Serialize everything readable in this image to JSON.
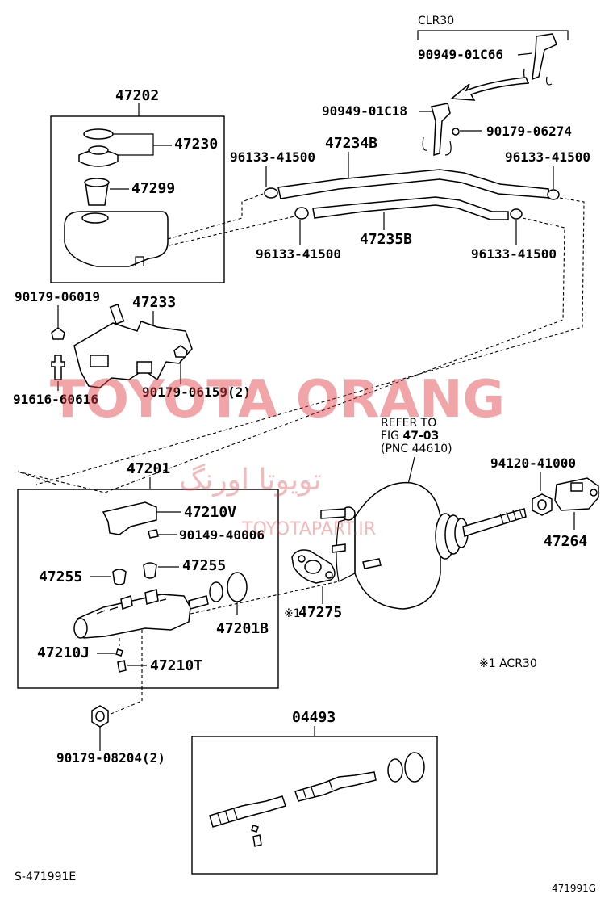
{
  "labels": {
    "clr30": "CLR30",
    "p90949_01c66": "90949-01C66",
    "p90949_01c18": "90949-01C18",
    "p90179_06274": "90179-06274",
    "p47202": "47202",
    "p47230": "47230",
    "p47299": "47299",
    "p47234b": "47234B",
    "p96133_a": "96133-41500",
    "p96133_b": "96133-41500",
    "p96133_c": "96133-41500",
    "p96133_d": "96133-41500",
    "p47235b": "47235B",
    "p90179_06019": "90179-06019",
    "p47233": "47233",
    "p90179_06159": "90179-06159(2)",
    "p91616_60616": "91616-60616",
    "refer_to": "REFER TO",
    "fig_prefix": "FIG ",
    "fig_num": "47-03",
    "pnc": "(PNC 44610)",
    "p94120_41000": "94120-41000",
    "p47264": "47264",
    "p47201": "47201",
    "p47210v": "47210V",
    "p90149_40006": "90149-40006",
    "p47255_a": "47255",
    "p47255_b": "47255",
    "p47201b": "47201B",
    "p47275": "47275",
    "p47275_mark": "※1",
    "p47210j": "47210J",
    "p47210t": "47210T",
    "note_acr30": "※1 ACR30",
    "p90179_08204": "90179-08204(2)",
    "p04493": "04493",
    "code_left": "S-471991E",
    "code_right": "471991G"
  },
  "watermark": {
    "main": "TOYOTA ORANG",
    "persian": "تویوتا اورنگ",
    "url": "TOYOTAPART.IR",
    "color": "#e23a3f"
  }
}
